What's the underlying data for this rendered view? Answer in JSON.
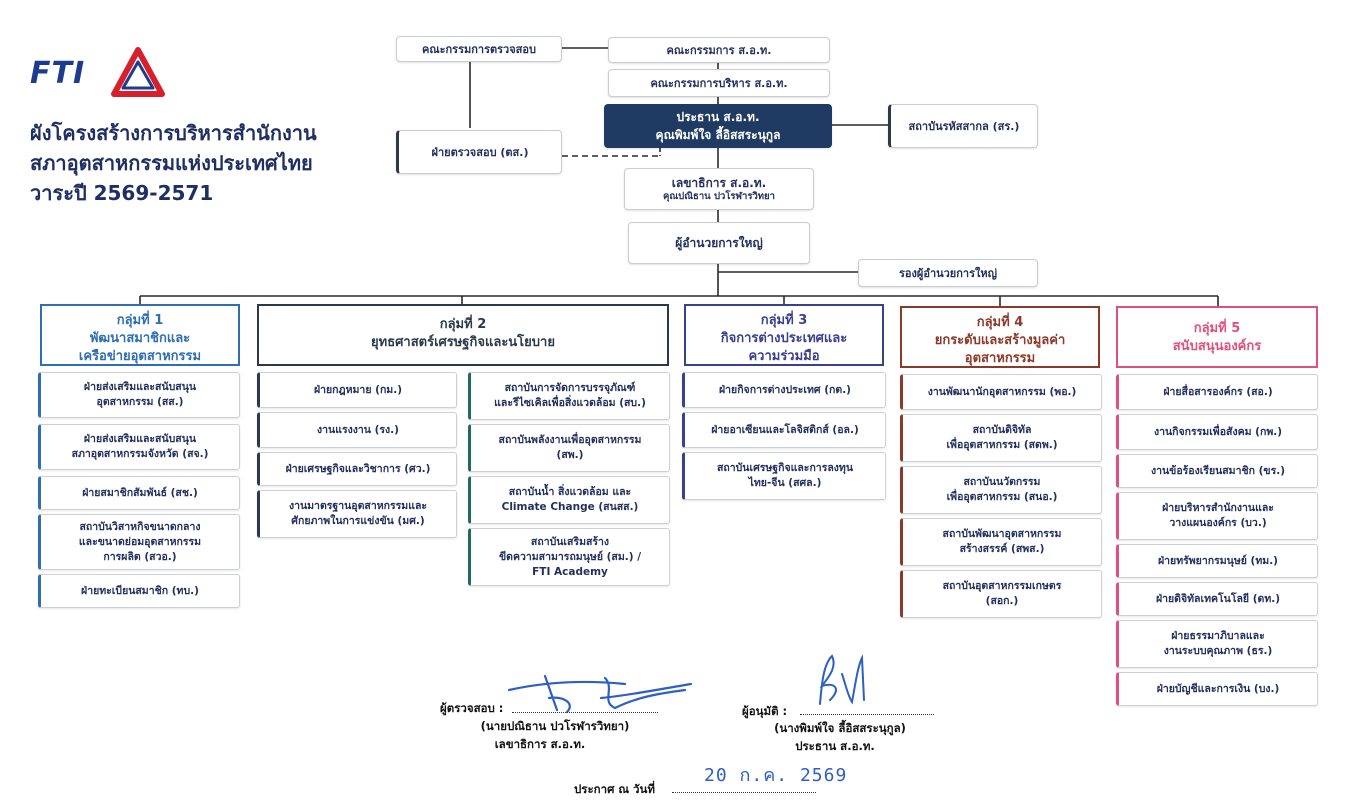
{
  "logo": {
    "text": "FTI",
    "colors": {
      "blue": "#1e3c8f",
      "red": "#d6202c"
    }
  },
  "title": {
    "line1": "ผังโครงสร้างการบริหารสำนักงาน",
    "line2": "สภาอุตสาหกรรมแห่งประเทศไทย",
    "line3": "วาระปี 2569-2571"
  },
  "top": {
    "board": "คณะกรรมการ ส.อ.ท.",
    "exec_board": "คณะกรรมการบริหาร ส.อ.ท.",
    "audit_committee": "คณะกรรมการตรวจสอบ",
    "president_title": "ประธาน ส.อ.ท.",
    "president_name": "คุณพิมพ์ใจ ลี้อิสสระนุกูล",
    "audit_dept": "ฝ่ายตรวจสอบ (ตส.)",
    "code_institute": "สถาบันรหัสสากล (สร.)",
    "secgen_title": "เลขาธิการ ส.อ.ท.",
    "secgen_name": "คุณปณิธาน ปวโรฬารวิทยา",
    "director_general": "ผู้อำนวยการใหญ่",
    "deputy_director": "รองผู้อำนวยการใหญ่"
  },
  "colors": {
    "g1": "#2e6fb4",
    "g2": "#2b3a4a",
    "g3": "#3a3f8f",
    "g4": "#8b3a2a",
    "g5": "#e0507e",
    "president_bg": "#1f3a63"
  },
  "groups": [
    {
      "num": "กลุ่มที่ 1",
      "name": "พัฒนาสมาชิกและ\nเครือข่ายอุตสาหกรรม",
      "items": [
        "ฝ่ายส่งเสริมและสนับสนุน\nอุตสาหกรรม (สส.)",
        "ฝ่ายส่งเสริมและสนับสนุน\nสภาอุตสาหกรรมจังหวัด (สจ.)",
        "ฝ่ายสมาชิกสัมพันธ์ (สช.)",
        "สถาบันวิสาหกิจขนาดกลาง\nและขนาดย่อมอุตสาหกรรม\nการผลิต (สวอ.)",
        "ฝ่ายทะเบียนสมาชิก (ทบ.)"
      ]
    },
    {
      "num": "กลุ่มที่ 2",
      "name": "ยุทธศาสตร์เศรษฐกิจและนโยบาย",
      "items_left": [
        "ฝ่ายกฎหมาย (กม.)",
        "งานแรงงาน (รง.)",
        "ฝ่ายเศรษฐกิจและวิชาการ (ศว.)",
        "งานมาตรฐานอุตสาหกรรมและ\nศักยภาพในการแข่งขัน (มศ.)"
      ],
      "items_right": [
        "สถาบันการจัดการบรรจุภัณฑ์\nและรีไซเคิลเพื่อสิ่งแวดล้อม (สบ.)",
        "สถาบันพลังงานเพื่ออุตสาหกรรม\n(สพ.)",
        "สถาบันน้ำ สิ่งแวดล้อม และ\nClimate Change (สนสส.)",
        "สถาบันเสริมสร้าง\nขีดความสามารถมนุษย์ (สม.) /\nFTI Academy"
      ]
    },
    {
      "num": "กลุ่มที่ 3",
      "name": "กิจการต่างประเทศและ\nความร่วมมือ",
      "items": [
        "ฝ่ายกิจการต่างประเทศ (กต.)",
        "ฝ่ายอาเซียนและโลจิสติกส์ (อล.)",
        "สถาบันเศรษฐกิจและการลงทุน\nไทย-จีน (สศล.)"
      ]
    },
    {
      "num": "กลุ่มที่ 4",
      "name": "ยกระดับและสร้างมูลค่า\nอุตสาหกรรม",
      "items": [
        "งานพัฒนานักอุตสาหกรรม (พอ.)",
        "สถาบันดิจิทัล\nเพื่ออุตสาหกรรม (สดพ.)",
        "สถาบันนวัตกรรม\nเพื่ออุตสาหกรรม (สนอ.)",
        "สถาบันพัฒนาอุตสาหกรรม\nสร้างสรรค์ (สพส.)",
        "สถาบันอุตสาหกรรมเกษตร\n(สอก.)"
      ]
    },
    {
      "num": "กลุ่มที่ 5",
      "name": "สนับสนุนองค์กร",
      "items": [
        "ฝ่ายสื่อสารองค์กร (สอ.)",
        "งานกิจกรรมเพื่อสังคม (กพ.)",
        "งานข้อร้องเรียนสมาชิก (ขร.)",
        "ฝ่ายบริหารสำนักงานและ\nวางแผนองค์กร (บว.)",
        "ฝ่ายทรัพยากรมนุษย์ (ทม.)",
        "ฝ่ายดิจิทัลเทคโนโลยี (ดท.)",
        "ฝ่ายธรรมาภิบาลและ\nงานระบบคุณภาพ (ธร.)",
        "ฝ่ายบัญชีและการเงิน (บง.)"
      ]
    }
  ],
  "signatures": {
    "reviewer_label": "ผู้ตรวจสอบ :",
    "reviewer_name": "(นายปณิธาน ปวโรฬารวิทยา)",
    "reviewer_title": "เลขาธิการ ส.อ.ท.",
    "approver_label": "ผู้อนุมัติ :",
    "approver_name": "(นางพิมพ์ใจ ลี้อิสสระนุกูล)",
    "approver_title": "ประธาน ส.อ.ท.",
    "date_label": "ประกาศ ณ วันที่",
    "date_value": "20 ก.ค. 2569"
  }
}
